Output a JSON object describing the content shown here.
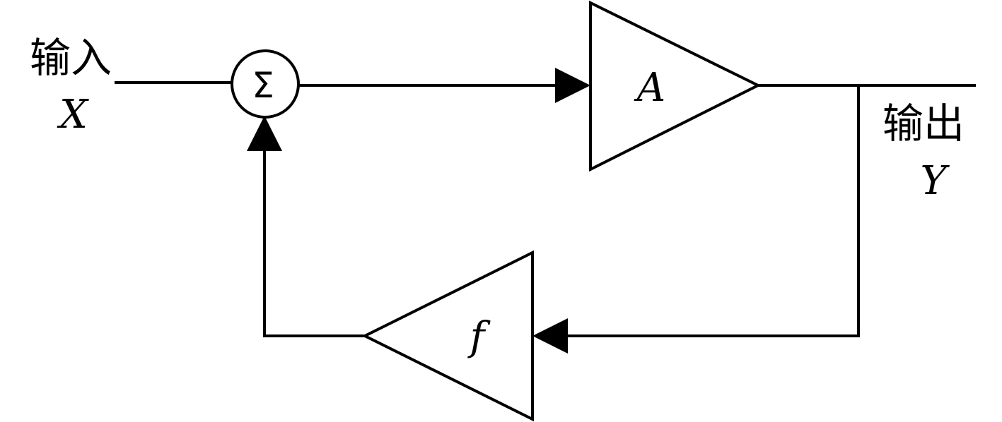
{
  "input": {
    "label": "输入",
    "symbol": "X"
  },
  "output": {
    "label": "输出",
    "symbol": "Y"
  },
  "summer": {
    "symbol": "Σ"
  },
  "forward_amplifier": {
    "symbol": "A"
  },
  "feedback_amplifier": {
    "symbol": "f"
  },
  "colors": {
    "stroke": "#000000",
    "background": "#ffffff"
  }
}
